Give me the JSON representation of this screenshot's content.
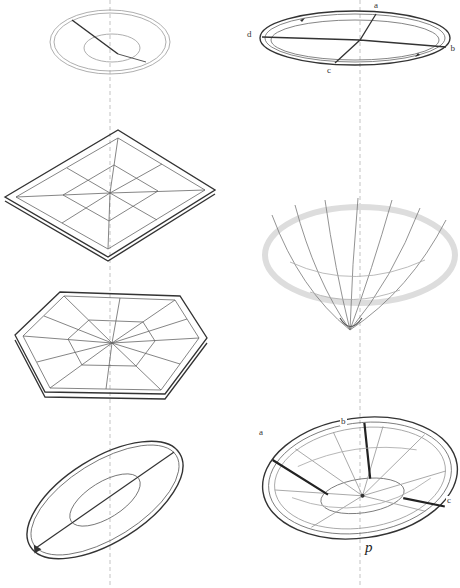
{
  "diagram": {
    "labels": [
      "a",
      "b",
      "c",
      "d",
      "a",
      "b",
      "c",
      "p"
    ]
  }
}
